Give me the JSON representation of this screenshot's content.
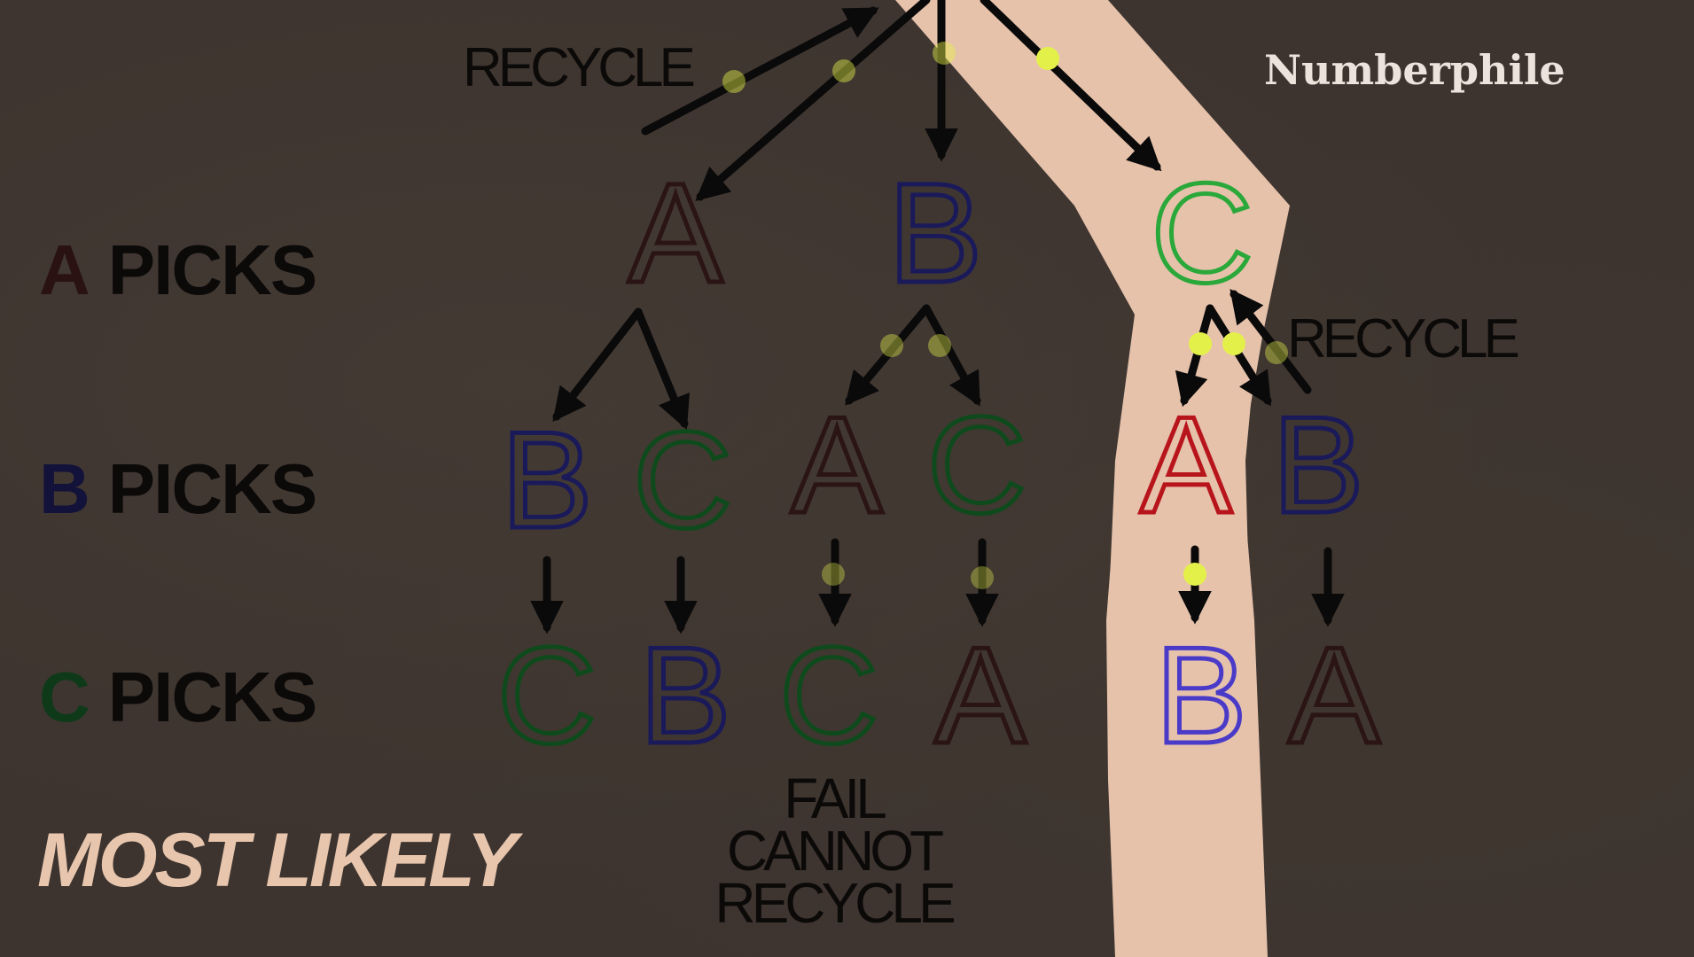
{
  "watermark": "Numberphile",
  "row_labels": [
    {
      "who": "A",
      "verb": "PICKS",
      "color": "#2a1212"
    },
    {
      "who": "B",
      "verb": "PICKS",
      "color": "#12123a"
    },
    {
      "who": "C",
      "verb": "PICKS",
      "color": "#0f3a1a"
    }
  ],
  "annotations": {
    "recycle_top": "RECYCLE",
    "recycle_right": "RECYCLE",
    "fail": [
      "FAIL",
      "CANNOT",
      "RECYCLE"
    ],
    "most_likely": "MOST LIKELY"
  },
  "tree": {
    "level1": [
      {
        "id": "a1",
        "label": "A",
        "color": "#2a1414"
      },
      {
        "id": "b1",
        "label": "B",
        "color": "#1a1a5a"
      },
      {
        "id": "c1",
        "label": "C",
        "color": "#2aa83a",
        "highlighted": true
      }
    ],
    "level2": [
      {
        "id": "a_b",
        "label": "B",
        "parent": "a1",
        "color": "#1a1a5a"
      },
      {
        "id": "a_c",
        "label": "C",
        "parent": "a1",
        "color": "#0f4a1c"
      },
      {
        "id": "b_a",
        "label": "A",
        "parent": "b1",
        "color": "#2a1414"
      },
      {
        "id": "b_c",
        "label": "C",
        "parent": "b1",
        "color": "#0f4a1c"
      },
      {
        "id": "c_a",
        "label": "A",
        "parent": "c1",
        "color": "#b8141c",
        "highlighted": true
      },
      {
        "id": "c_b",
        "label": "B",
        "parent": "c1",
        "color": "#1a1a5a"
      }
    ],
    "level3": [
      {
        "id": "a_b_c",
        "label": "C",
        "parent": "a_b",
        "color": "#0f4a1c"
      },
      {
        "id": "a_c_b",
        "label": "B",
        "parent": "a_c",
        "color": "#1a1a5a"
      },
      {
        "id": "b_a_c",
        "label": "C",
        "parent": "b_a",
        "color": "#0f4a1c"
      },
      {
        "id": "b_c_a",
        "label": "A",
        "parent": "b_c",
        "color": "#2a1414"
      },
      {
        "id": "c_a_b",
        "label": "B",
        "parent": "c_a",
        "color": "#4a3ac8",
        "highlighted": true
      },
      {
        "id": "c_b_a",
        "label": "A",
        "parent": "c_b",
        "color": "#2a1414"
      }
    ]
  },
  "colors": {
    "background": "#3d342f",
    "path_band": "#e6c2ab",
    "arrow": "#0a0a0a",
    "marker": "#e4f04a",
    "most_likely": "#e8c6ae"
  }
}
